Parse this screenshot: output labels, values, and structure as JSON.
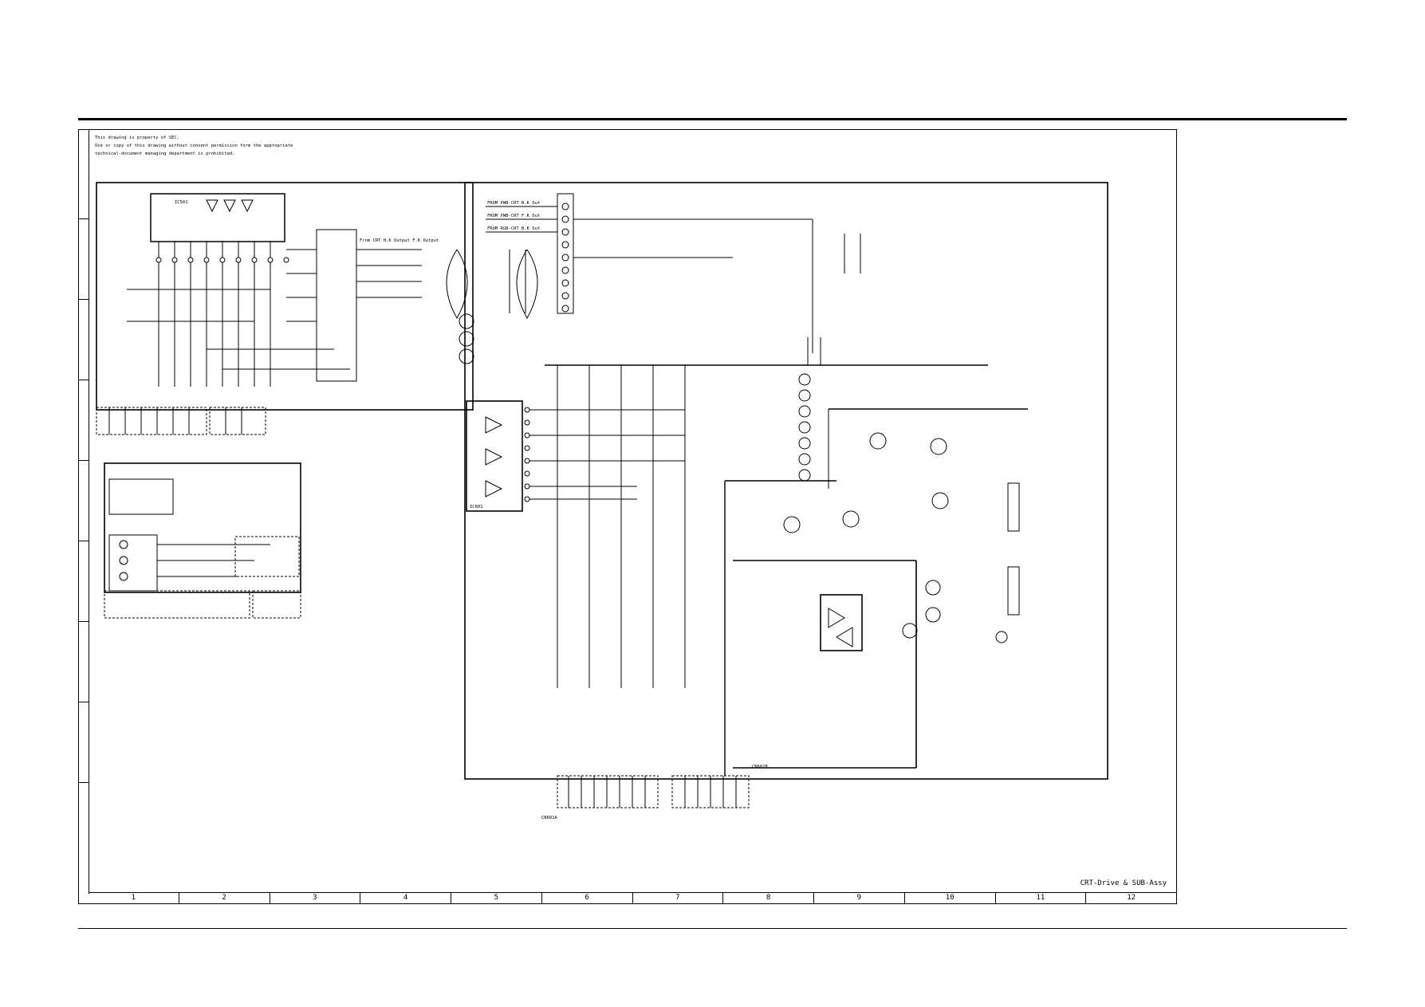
{
  "sheet": {
    "notice_lines": [
      "This drawing is property of SEC.",
      "Use or copy of this drawing without consent permission form the appropriate",
      "technical-document managing department is prohibited."
    ],
    "title": "CRT-Drive & SUB-Assy",
    "columns": [
      "1",
      "2",
      "3",
      "4",
      "5",
      "6",
      "7",
      "8",
      "9",
      "10",
      "11",
      "12"
    ]
  },
  "labels": {
    "from_pwb_1": "FROM PWB-CRT B.K Out",
    "from_pwb_2": "FROM PWB-CRT F.K Out",
    "from_pwb_3": "FROM RGB-CRT B.K Out",
    "crt_out": "From CRT H.K Output F.K Output",
    "ic_left": "IC501",
    "ic_right": "IC601",
    "connector_bottom_1": "CN601A",
    "connector_bottom_2": "CN601B"
  },
  "colors": {
    "line": "#000000",
    "background": "#ffffff"
  }
}
